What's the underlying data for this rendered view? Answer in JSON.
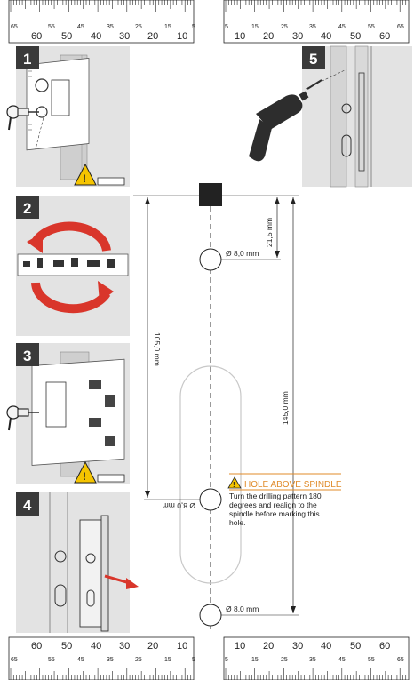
{
  "ruler": {
    "major_left": [
      "60",
      "50",
      "40",
      "30",
      "20",
      "10"
    ],
    "major_right": [
      "10",
      "20",
      "30",
      "40",
      "50",
      "60"
    ],
    "minor_left": [
      "65",
      "55",
      "45",
      "35",
      "25",
      "15",
      "5"
    ],
    "minor_right": [
      "5",
      "15",
      "25",
      "35",
      "45",
      "55",
      "65"
    ]
  },
  "steps": [
    {
      "number": "1"
    },
    {
      "number": "2"
    },
    {
      "number": "3"
    },
    {
      "number": "4"
    },
    {
      "number": "5"
    }
  ],
  "template": {
    "top_hole_label": "Ø 8,0 mm",
    "spindle_hole_label": "Ø 8,0 mm",
    "bottom_hole_label": "Ø 8,0 mm",
    "dim_top": "21,5 mm",
    "dim_left": "105,0 mm",
    "dim_right": "145,0 mm"
  },
  "warning": {
    "title": "HOLE ABOVE SPINDLE",
    "lines": [
      "Turn the drilling pattern 180",
      "degrees and realign to the",
      "spindle before marking this",
      "hole."
    ]
  },
  "colors": {
    "accent": "#e08b2a",
    "arrow": "#d9362b",
    "panel": "#e3e3e3"
  }
}
